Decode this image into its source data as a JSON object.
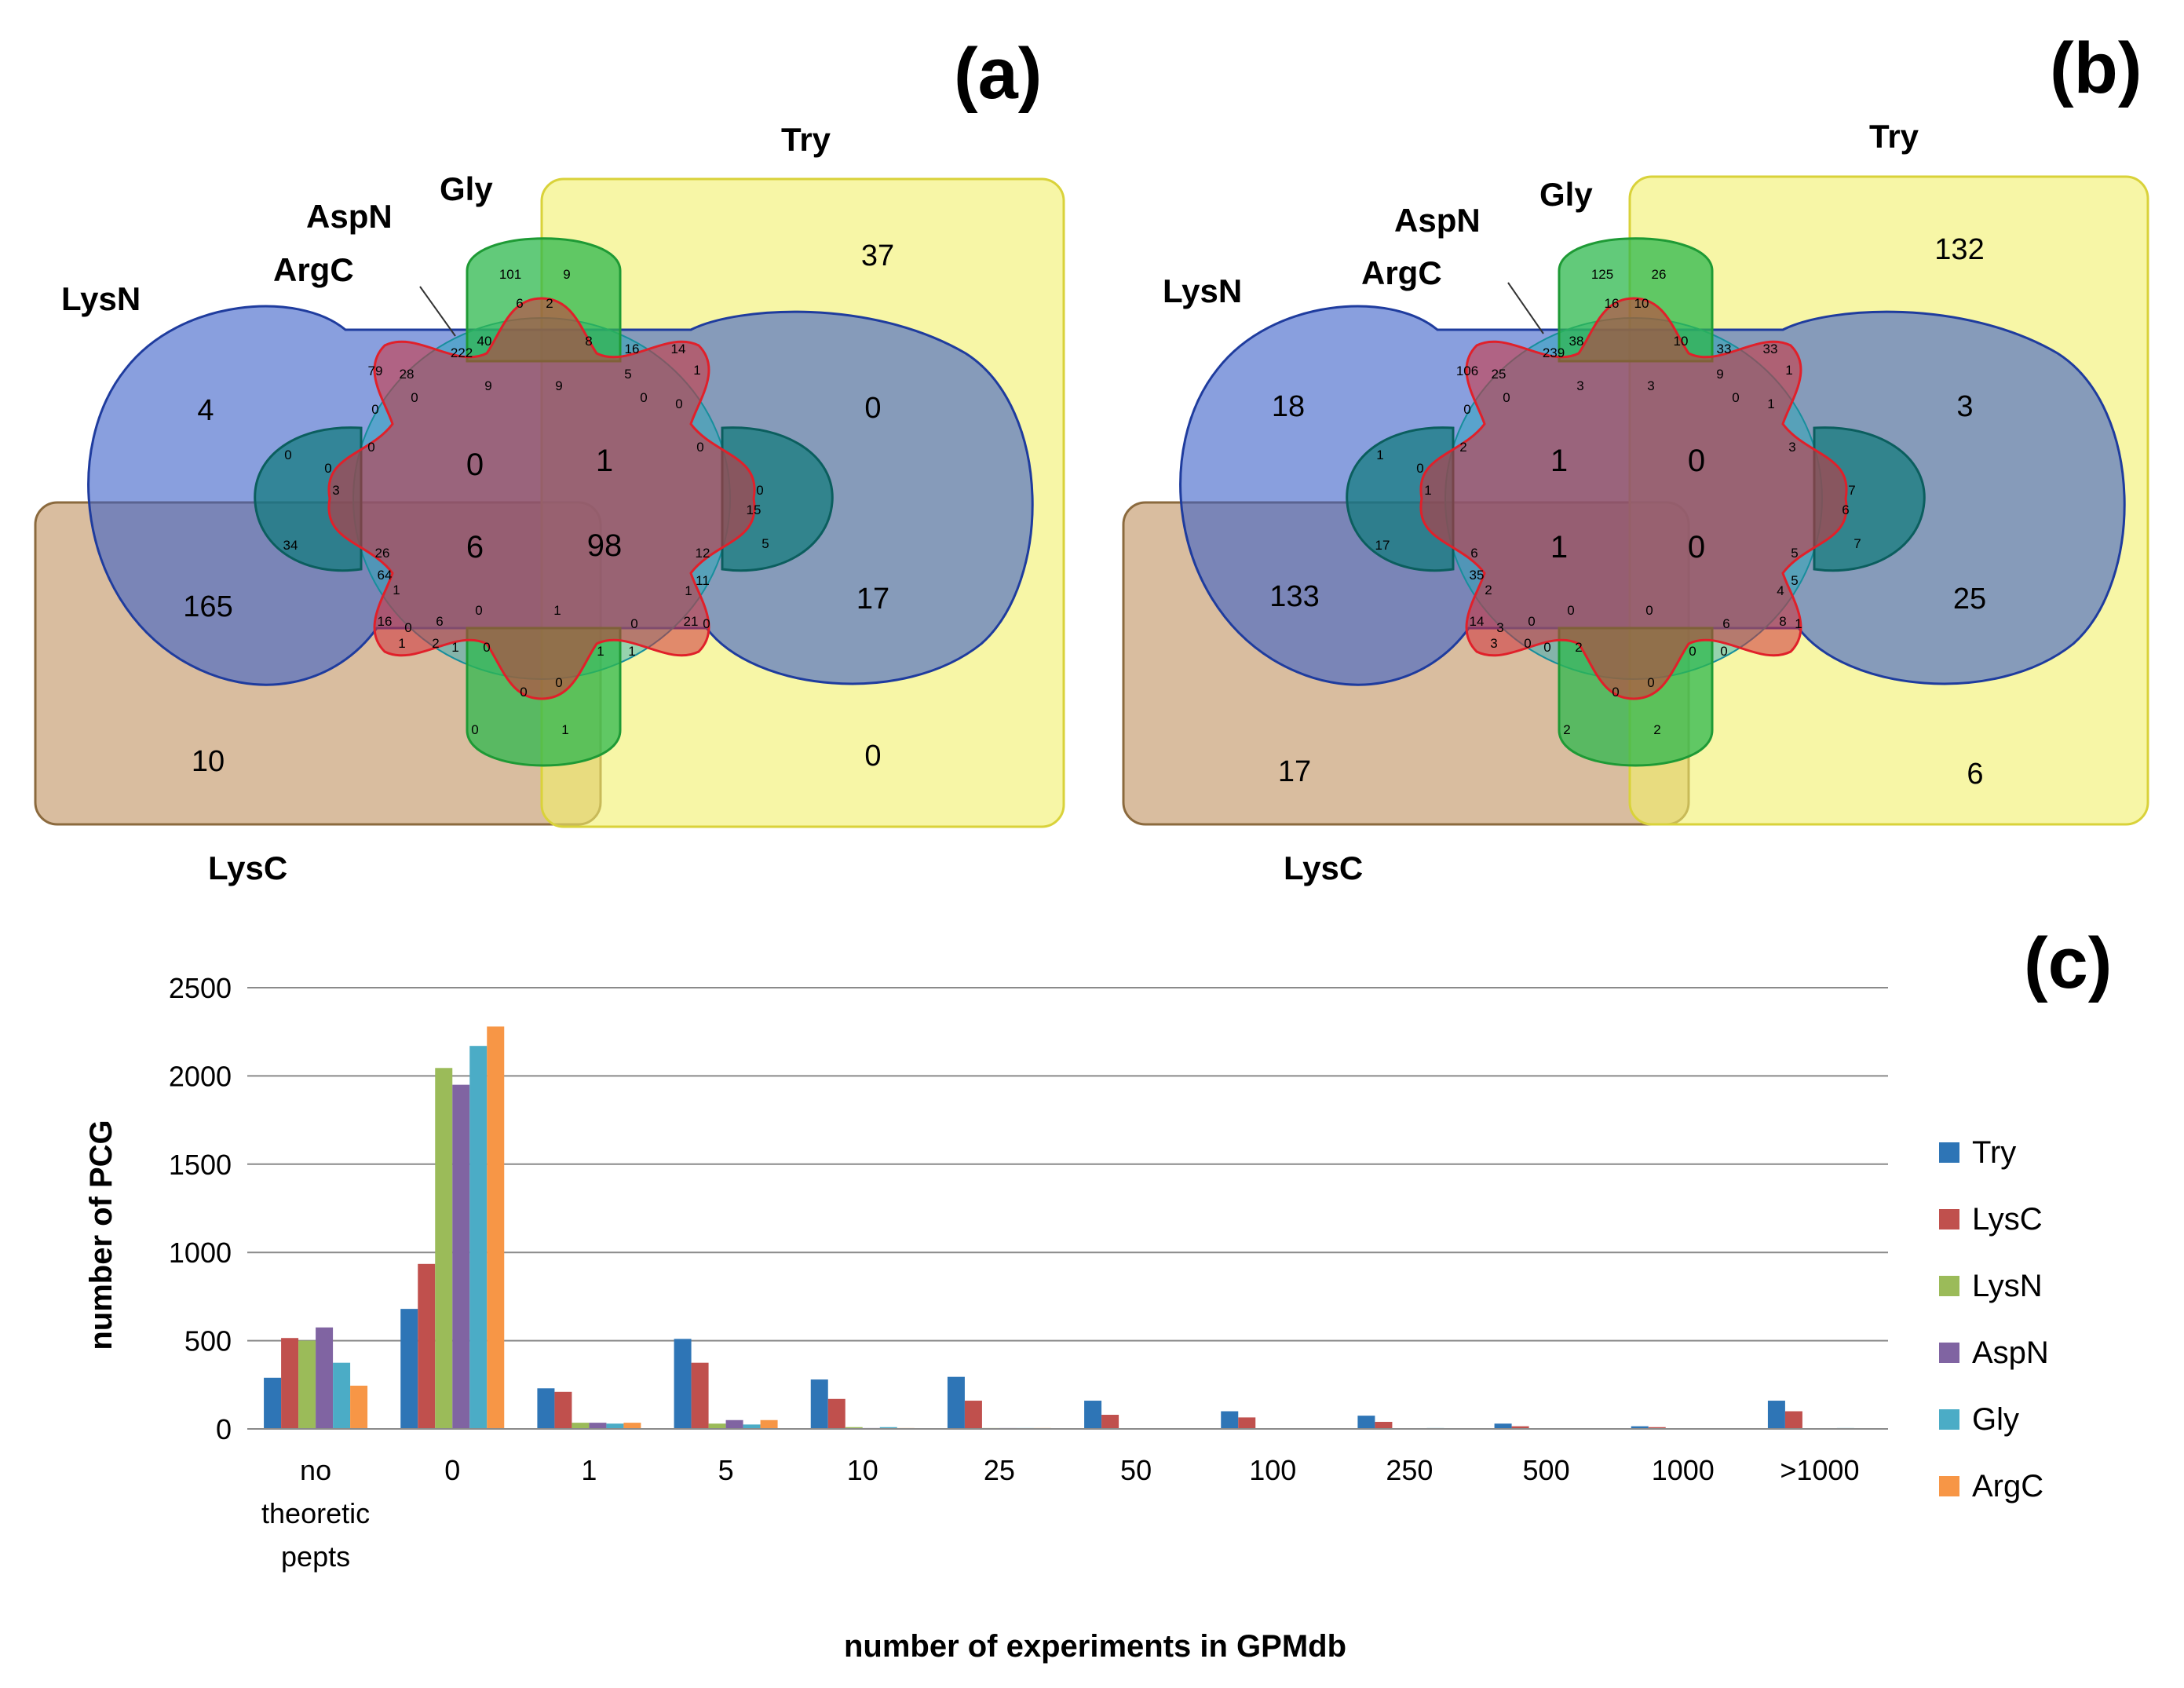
{
  "panel_a": {
    "letter": "(a)",
    "sets": {
      "try": "Try",
      "lysn": "LysN",
      "aspn": "AspN",
      "argc": "ArgC",
      "gly": "Gly",
      "lysc": "LysC"
    },
    "big": {
      "lysn_only": "4",
      "try_top": "37",
      "try_lysn_mid": "0",
      "lysc_lysn": "165",
      "lysc_try_lysn": "17",
      "lysc_only": "10",
      "try_lysc": "0",
      "c_tl": "0",
      "c_tr": "1",
      "c_bl": "6",
      "c_br": "98"
    },
    "small": [
      "101",
      "9",
      "6",
      "2",
      "222",
      "40",
      "8",
      "16",
      "14",
      "79",
      "28",
      "9",
      "9",
      "5",
      "1",
      "0",
      "0",
      "0",
      "0",
      "0",
      "0",
      "0",
      "0",
      "3",
      "0",
      "15",
      "34",
      "26",
      "12",
      "5",
      "64",
      "11",
      "1",
      "1",
      "0",
      "1",
      "16",
      "21",
      "6",
      "0",
      "1",
      "2",
      "1",
      "0",
      "1",
      "1",
      "0",
      "0",
      "0",
      "1",
      "0",
      "0"
    ]
  },
  "panel_b": {
    "letter": "(b)",
    "sets": {
      "try": "Try",
      "lysn": "LysN",
      "aspn": "AspN",
      "argc": "ArgC",
      "gly": "Gly",
      "lysc": "LysC"
    },
    "big": {
      "lysn_only": "18",
      "try_top": "132",
      "try_lysn_mid": "3",
      "lysc_lysn": "133",
      "lysc_try_lysn": "25",
      "lysc_only": "17",
      "try_lysc": "6",
      "c_tl": "1",
      "c_tr": "0",
      "c_bl": "1",
      "c_br": "0"
    },
    "small": [
      "125",
      "26",
      "16",
      "10",
      "239",
      "38",
      "10",
      "33",
      "33",
      "106",
      "25",
      "3",
      "3",
      "9",
      "1",
      "0",
      "0",
      "0",
      "1",
      "2",
      "3",
      "1",
      "0",
      "1",
      "7",
      "6",
      "17",
      "6",
      "5",
      "7",
      "35",
      "5",
      "2",
      "4",
      "0",
      "0",
      "14",
      "8",
      "0",
      "6",
      "3",
      "0",
      "0",
      "2",
      "0",
      "0",
      "0",
      "0",
      "2",
      "2",
      "1",
      "3"
    ]
  },
  "chart_data": {
    "type": "bar",
    "letter": "(c)",
    "xlabel": "number of experiments in GPMdb",
    "ylabel": "number of PCG",
    "ylim": [
      0,
      2500
    ],
    "yticks": [
      "0",
      "500",
      "1000",
      "1500",
      "2000",
      "2500"
    ],
    "categories": [
      "no theoretic pepts",
      "0",
      "1",
      "5",
      "10",
      "25",
      "50",
      "100",
      "250",
      "500",
      "1000",
      ">1000"
    ],
    "legend_position": "right",
    "grid": true,
    "series": [
      {
        "name": "Try",
        "color": "#2E75B6",
        "values": [
          290,
          680,
          230,
          510,
          280,
          295,
          160,
          100,
          75,
          30,
          15,
          160
        ]
      },
      {
        "name": "LysC",
        "color": "#C0504D",
        "values": [
          515,
          935,
          210,
          375,
          170,
          160,
          80,
          65,
          40,
          15,
          10,
          100
        ]
      },
      {
        "name": "LysN",
        "color": "#9BBB59",
        "values": [
          500,
          2045,
          35,
          30,
          10,
          5,
          0,
          0,
          0,
          0,
          0,
          0
        ]
      },
      {
        "name": "AspN",
        "color": "#8064A2",
        "values": [
          575,
          1950,
          35,
          50,
          5,
          5,
          0,
          0,
          0,
          0,
          0,
          0
        ]
      },
      {
        "name": "Gly",
        "color": "#4BACC6",
        "values": [
          375,
          2170,
          30,
          25,
          10,
          5,
          0,
          0,
          5,
          0,
          0,
          5
        ]
      },
      {
        "name": "ArgC",
        "color": "#F79646",
        "values": [
          245,
          2280,
          35,
          50,
          5,
          5,
          0,
          0,
          0,
          0,
          0,
          0
        ]
      }
    ]
  }
}
